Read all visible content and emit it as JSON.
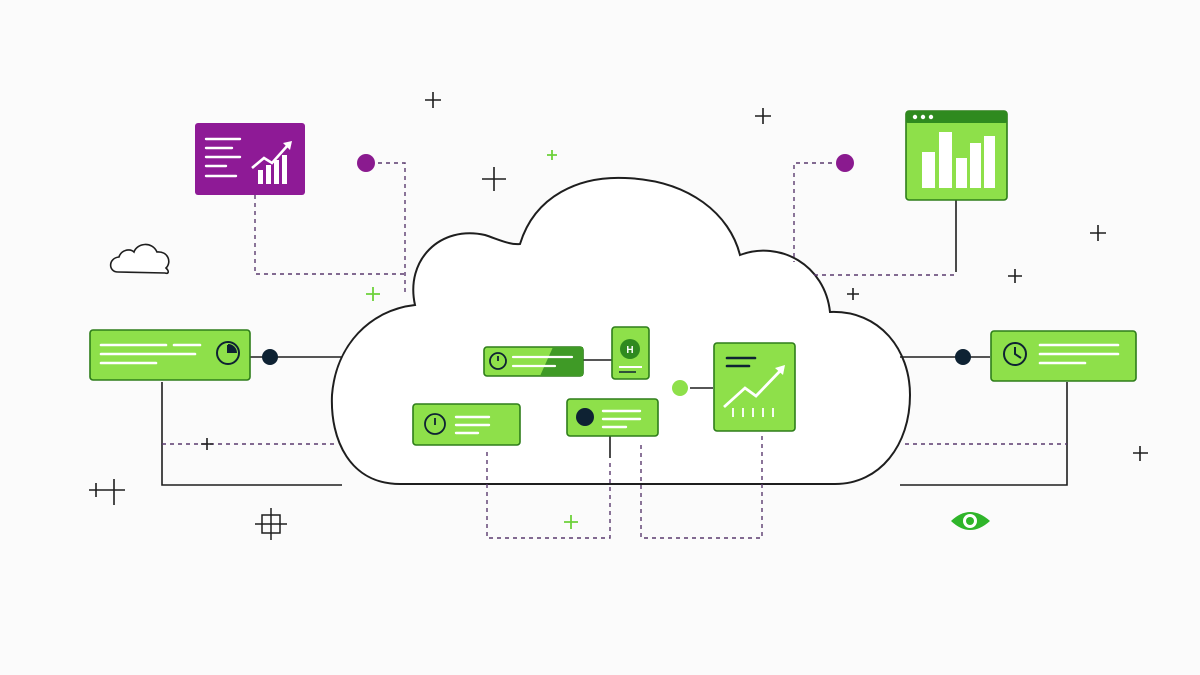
{
  "colors": {
    "background": "#fbfbfb",
    "green": "#8ee04a",
    "green_dark": "#2f8a1f",
    "green_border": "#2e7d1a",
    "purple": "#8e1a96",
    "purple_dot": "#8a1a8f",
    "navy": "#0e2233",
    "line": "#1e1e1e",
    "dashed": "#5a3a6e",
    "white": "#ffffff"
  },
  "icons": {
    "big-cloud": "cloud-outline",
    "small-cloud": "cloud-outline",
    "purple-card-trend": "trend-up-arrow",
    "right-top-bars": "bar-chart",
    "center-right-trend": "trend-up-arrow",
    "eye": "eye-icon",
    "clock": "clock-icon",
    "badge": "hexagon-badge"
  },
  "labels": {
    "badge_letter": "H"
  }
}
